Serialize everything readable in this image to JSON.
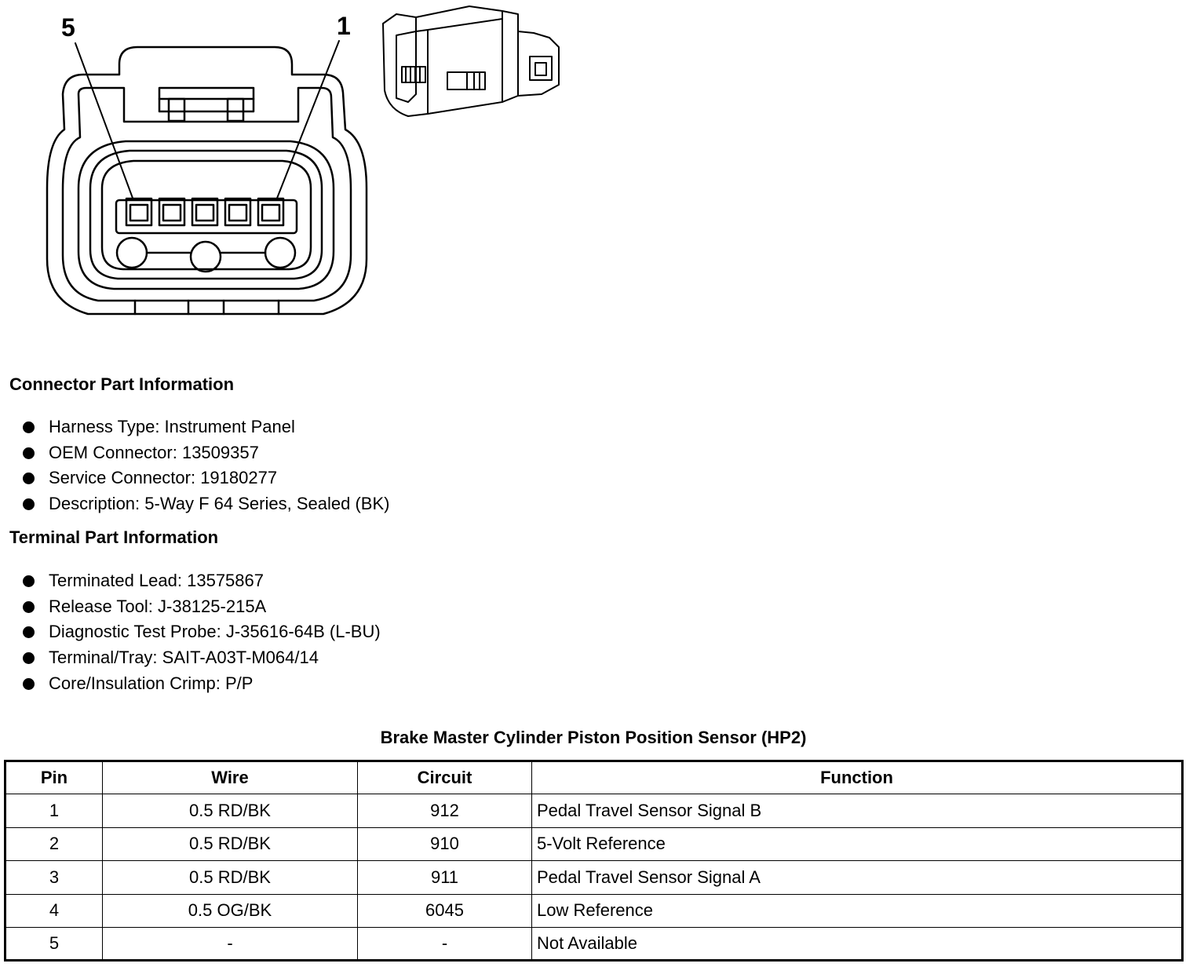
{
  "diagram": {
    "pin_callout_left": "5",
    "pin_callout_right": "1"
  },
  "connector_info": {
    "heading": "Connector Part Information",
    "items": [
      "Harness Type: Instrument Panel",
      "OEM Connector: 13509357",
      "Service Connector: 19180277",
      "Description: 5-Way F 64 Series, Sealed (BK)"
    ]
  },
  "terminal_info": {
    "heading": "Terminal Part Information",
    "items": [
      "Terminated Lead: 13575867",
      "Release Tool: J-38125-215A",
      "Diagnostic Test Probe: J-35616-64B (L-BU)",
      "Terminal/Tray: SAIT-A03T-M064/14",
      "Core/Insulation Crimp: P/P"
    ]
  },
  "table": {
    "title": "Brake Master Cylinder Piston Position Sensor (HP2)",
    "headers": [
      "Pin",
      "Wire",
      "Circuit",
      "Function"
    ],
    "rows": [
      [
        "1",
        "0.5 RD/BK",
        "912",
        "Pedal Travel Sensor Signal B"
      ],
      [
        "2",
        "0.5 RD/BK",
        "910",
        "5-Volt Reference"
      ],
      [
        "3",
        "0.5 RD/BK",
        "911",
        "Pedal Travel Sensor Signal A"
      ],
      [
        "4",
        "0.5 OG/BK",
        "6045",
        "Low Reference"
      ],
      [
        "5",
        "-",
        "-",
        "Not Available"
      ]
    ]
  }
}
